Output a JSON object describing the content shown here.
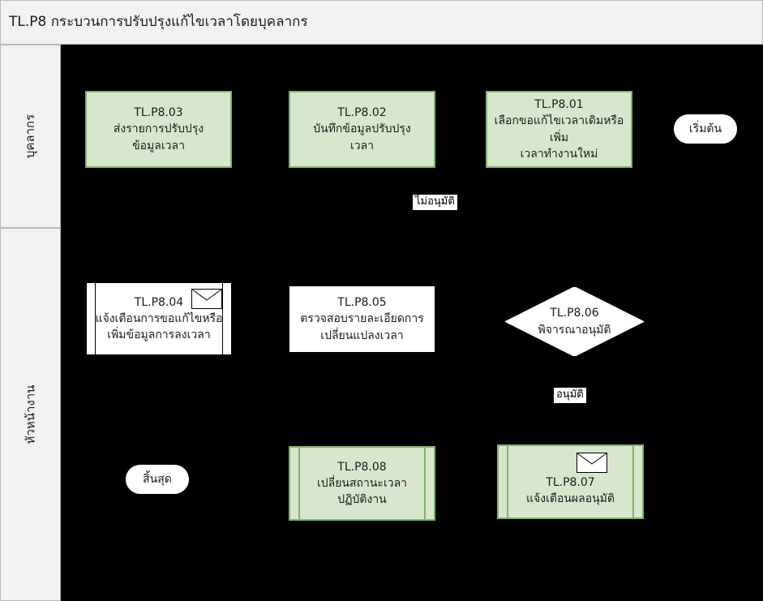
{
  "header": {
    "title": "TL.P8 กระบวนการปรับปรุงแก้ไขเวลาโดยบุคลากร"
  },
  "lanes": [
    {
      "id": "staff",
      "label": "บุคลากร"
    },
    {
      "id": "supervisor",
      "label": "หัวหน้างาน"
    }
  ],
  "nodes": {
    "start": {
      "label": "เริ่มต้น",
      "shape": "terminator"
    },
    "end": {
      "label": "สิ้นสุด",
      "shape": "terminator"
    },
    "p01": {
      "code": "TL.P8.01",
      "line1": "เลือกขอแก้ไขเวลาเดิมหรือเพิ่ม",
      "line2": "เวลาทำงานใหม่",
      "shape": "process",
      "fill": "#d7e7cd"
    },
    "p02": {
      "code": "TL.P8.02",
      "line1": "บันทึกข้อมูลปรับปรุง",
      "line2": "เวลา",
      "shape": "process",
      "fill": "#d7e7cd"
    },
    "p03": {
      "code": "TL.P8.03",
      "line1": "ส่งรายการปรับปรุง",
      "line2": "ข้อมูลเวลา",
      "shape": "process",
      "fill": "#d7e7cd"
    },
    "p04": {
      "code": "TL.P8.04",
      "line1": "แจ้งเตือนการขอแก้ไขหรือ",
      "line2": "เพิ่มข้อมูลการลงเวลา",
      "shape": "predefined-process",
      "fill": "#ffffff",
      "icon": "envelope-icon"
    },
    "p05": {
      "code": "TL.P8.05",
      "line1": "ตรวจสอบรายละเอียดการ",
      "line2": "เปลี่ยนแปลงเวลา",
      "shape": "process",
      "fill": "#ffffff"
    },
    "p06": {
      "code": "TL.P8.06",
      "line1": "พิจารณาอนุมัติ",
      "shape": "decision",
      "fill": "#ffffff"
    },
    "p07": {
      "code": "TL.P8.07",
      "line1": "แจ้งเตือนผลอนุมัติ",
      "shape": "predefined-process",
      "fill": "#d7e7cd",
      "icon": "envelope-icon"
    },
    "p08": {
      "code": "TL.P8.08",
      "line1": "เปลี่ยนสถานะเวลา",
      "line2": "ปฏิบัติงาน",
      "shape": "predefined-process",
      "fill": "#d7e7cd"
    }
  },
  "edge_labels": {
    "rejected": "ไม่อนุมัติ",
    "approved": "อนุมัติ"
  },
  "colors": {
    "canvas_background": "#000000",
    "lane_header_background": "#f2f2f2",
    "green_fill": "#d7e7cd",
    "green_border": "#82b366",
    "white_fill": "#ffffff",
    "border": "#000000"
  }
}
